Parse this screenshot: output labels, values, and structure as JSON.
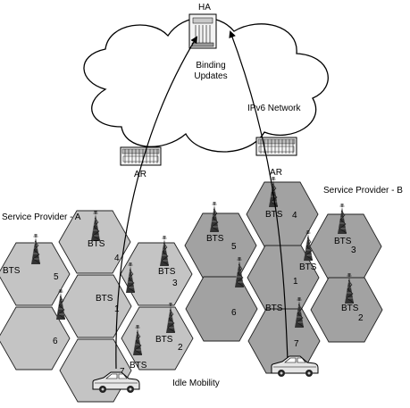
{
  "ha_label": "HA",
  "cloud_text": [
    "Binding",
    "Updates"
  ],
  "ipv6_label": "IPv6 Network",
  "ar_label": "AR",
  "providers": {
    "a": "Service Provider - A",
    "b": "Service Provider - B"
  },
  "bts_label": "BTS",
  "cell_numbers": {
    "a": [
      "1",
      "2",
      "3",
      "4",
      "5",
      "6",
      "7"
    ],
    "b": [
      "1",
      "2",
      "3",
      "4",
      "5",
      "6",
      "7"
    ]
  },
  "idle_mobility_label": "Idle Mobility",
  "colors": {
    "provider_a_fill": "#c4c4c4",
    "provider_b_fill": "#a2a2a2",
    "stroke": "#222222"
  }
}
